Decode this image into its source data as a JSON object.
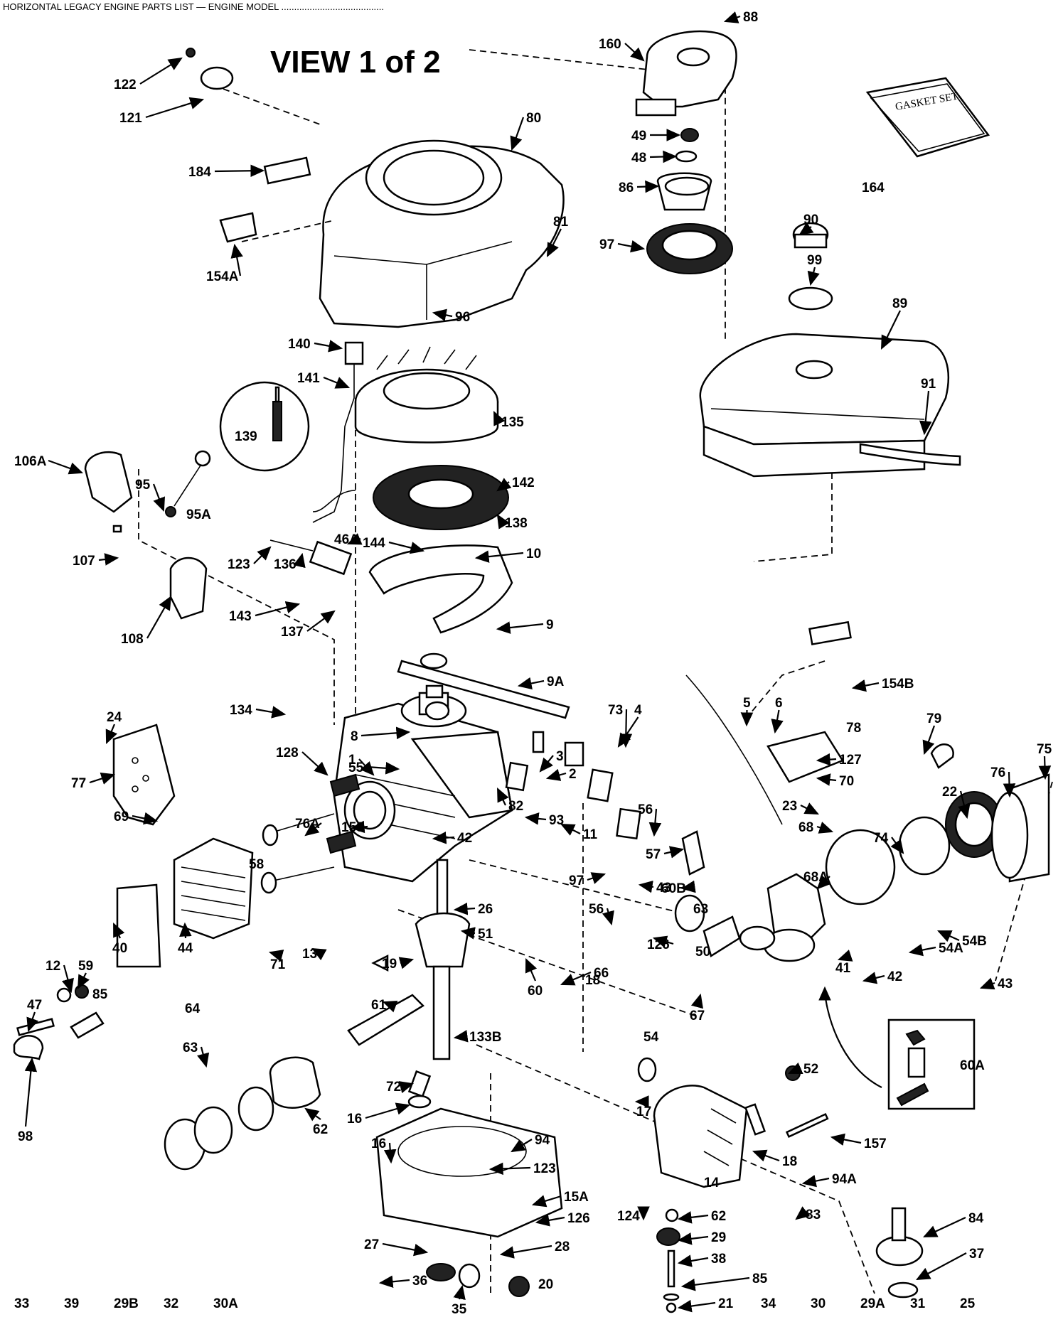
{
  "header": {
    "text": "HORIZONTAL LEGACY ENGINE PARTS LIST — ENGINE MODEL ........................................"
  },
  "title": "VIEW 1 of 2",
  "gasket_set_text": "GASKET SET",
  "callouts": [
    "122",
    "121",
    "160",
    "88",
    "80",
    "184",
    "154A",
    "49",
    "48",
    "86",
    "81",
    "97",
    "96",
    "164",
    "90",
    "99",
    "89",
    "91",
    "140",
    "141",
    "139",
    "135",
    "106A",
    "95",
    "95A",
    "142",
    "138",
    "46A",
    "144",
    "10",
    "123",
    "136",
    "107",
    "143",
    "137",
    "108",
    "9",
    "9A",
    "8",
    "55",
    "134",
    "154B",
    "73",
    "24",
    "128",
    "1",
    "3",
    "2",
    "4",
    "5",
    "6",
    "78",
    "79",
    "75",
    "127",
    "70",
    "76",
    "77",
    "69",
    "22",
    "23",
    "68",
    "82",
    "93",
    "11",
    "56",
    "74",
    "57",
    "60B",
    "68A",
    "97",
    "76A",
    "158",
    "58",
    "42",
    "43",
    "40",
    "44",
    "26",
    "56",
    "63",
    "51",
    "50",
    "12",
    "59",
    "71",
    "13",
    "19",
    "61",
    "126",
    "54A",
    "54B",
    "41",
    "42",
    "43",
    "47",
    "18",
    "60",
    "67",
    "66",
    "85",
    "64",
    "133B",
    "54",
    "60A",
    "63",
    "72",
    "98",
    "62",
    "52",
    "16",
    "17",
    "14",
    "18",
    "157",
    "16",
    "94",
    "123",
    "15A",
    "126",
    "94A",
    "62",
    "83",
    "84",
    "124",
    "29",
    "27",
    "28",
    "38",
    "37",
    "85",
    "36",
    "20",
    "21",
    "35",
    "34",
    "30",
    "29A",
    "31",
    "25",
    "33",
    "39",
    "29B",
    "32",
    "30A"
  ]
}
